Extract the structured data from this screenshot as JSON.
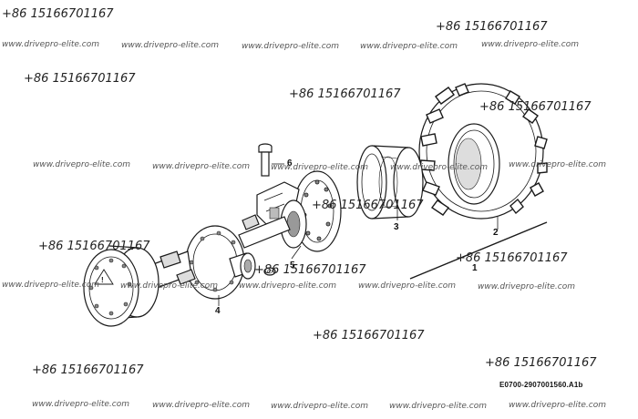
{
  "watermarks": {
    "phone": "+86 15166701167",
    "url": "www.drivepro-elite.com"
  },
  "callouts": {
    "c1": "1",
    "c2": "2",
    "c3": "3",
    "c4": "4",
    "c5": "5",
    "c6": "6"
  },
  "drawing_code": "E0700-2907001560.A1b",
  "colors": {
    "line": "#1a1a1a",
    "fill": "#ffffff",
    "shade": "#9a9a9a"
  }
}
